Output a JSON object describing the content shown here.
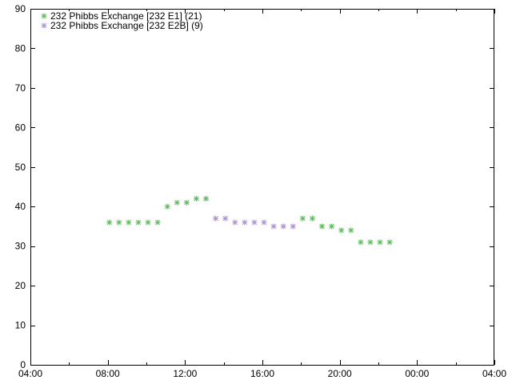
{
  "chart_data": {
    "type": "scatter",
    "title": "",
    "xlabel": "",
    "ylabel": "",
    "xlim": [
      "04:00",
      "04:00 (+1 day)"
    ],
    "ylim": [
      0,
      90
    ],
    "x_ticks": [
      "04:00",
      "08:00",
      "12:00",
      "16:00",
      "20:00",
      "00:00",
      "04:00"
    ],
    "y_ticks": [
      0,
      10,
      20,
      30,
      40,
      50,
      60,
      70,
      80,
      90
    ],
    "grid": false,
    "legend_position": "top-left",
    "marker": "asterisk",
    "series": [
      {
        "name": "232 Phibbs Exchange [232 E1] (21)",
        "color": "#5cb85c",
        "points": [
          {
            "x": "08:05",
            "y": 36
          },
          {
            "x": "08:35",
            "y": 36
          },
          {
            "x": "09:05",
            "y": 36
          },
          {
            "x": "09:35",
            "y": 36
          },
          {
            "x": "10:05",
            "y": 36
          },
          {
            "x": "10:35",
            "y": 36
          },
          {
            "x": "11:05",
            "y": 40
          },
          {
            "x": "11:35",
            "y": 41
          },
          {
            "x": "12:05",
            "y": 41
          },
          {
            "x": "12:35",
            "y": 42
          },
          {
            "x": "13:05",
            "y": 42
          },
          {
            "x": "18:05",
            "y": 37
          },
          {
            "x": "18:35",
            "y": 37
          },
          {
            "x": "19:05",
            "y": 35
          },
          {
            "x": "19:35",
            "y": 35
          },
          {
            "x": "20:05",
            "y": 34
          },
          {
            "x": "20:35",
            "y": 34
          },
          {
            "x": "21:05",
            "y": 31
          },
          {
            "x": "21:35",
            "y": 31
          },
          {
            "x": "22:05",
            "y": 31
          },
          {
            "x": "22:35",
            "y": 31
          }
        ]
      },
      {
        "name": "232 Phibbs Exchange [232 E2B] (9)",
        "color": "#a98fd0",
        "points": [
          {
            "x": "13:35",
            "y": 37
          },
          {
            "x": "14:05",
            "y": 37
          },
          {
            "x": "14:35",
            "y": 36
          },
          {
            "x": "15:05",
            "y": 36
          },
          {
            "x": "15:35",
            "y": 36
          },
          {
            "x": "16:05",
            "y": 36
          },
          {
            "x": "16:35",
            "y": 35
          },
          {
            "x": "17:05",
            "y": 35
          },
          {
            "x": "17:35",
            "y": 35
          }
        ]
      }
    ]
  }
}
